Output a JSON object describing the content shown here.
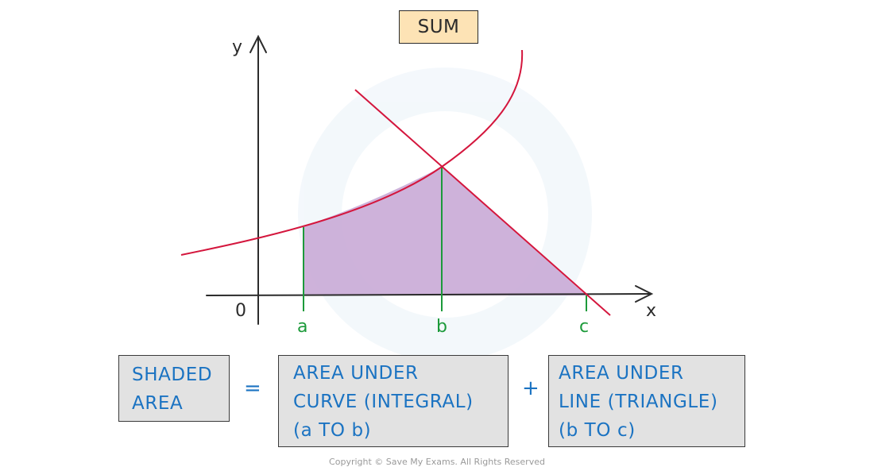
{
  "title": "SUM",
  "axes": {
    "x_label": "x",
    "y_label": "y",
    "origin_label": "0"
  },
  "points": {
    "a": "a",
    "b": "b",
    "c": "c"
  },
  "equation": {
    "shaded_area": "SHADED\nAREA",
    "equals": "=",
    "area_curve": "AREA UNDER\nCURVE (INTEGRAL)\n(a TO b)",
    "plus": "+",
    "area_line": "AREA UNDER\nLINE (TRIANGLE)\n(b TO c)"
  },
  "copyright": "Copyright © Save My Exams. All Rights Reserved",
  "colors": {
    "curve": "#d4163d",
    "shading": "#c9aad6",
    "verticals": "#1c9a3a",
    "text": "#1b73c2",
    "title_box": "#fde3b5"
  }
}
